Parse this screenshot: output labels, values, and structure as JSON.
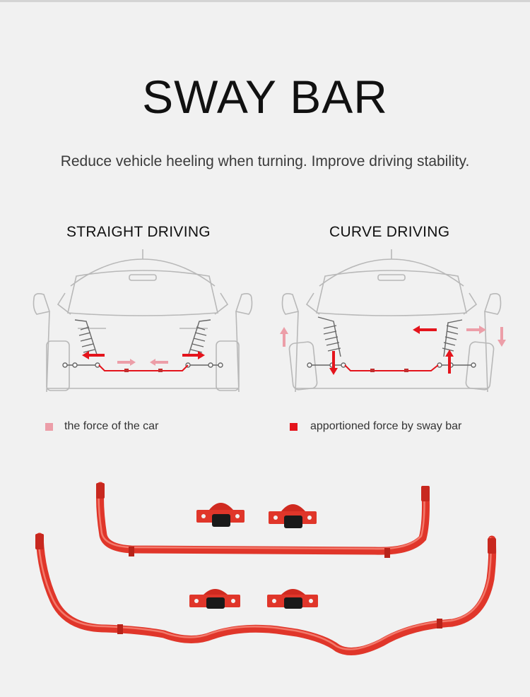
{
  "header": {
    "title": "SWAY BAR",
    "subtitle": "Reduce vehicle heeling when turning. Improve driving stability."
  },
  "diagrams": {
    "straight_title": "STRAIGHT DRIVING",
    "curve_title": "CURVE DRIVING"
  },
  "legend": {
    "car_force": "the force of the car",
    "bar_force": "apportioned force by sway bar"
  },
  "colors": {
    "car_force": "#ec9ea8",
    "bar_force": "#e4141c",
    "bar_body": "#e0362a",
    "outline": "#b8b8b8",
    "background": "#f1f1f1"
  },
  "icons": {
    "car_force_swatch": "pink-square",
    "bar_force_swatch": "red-square"
  }
}
